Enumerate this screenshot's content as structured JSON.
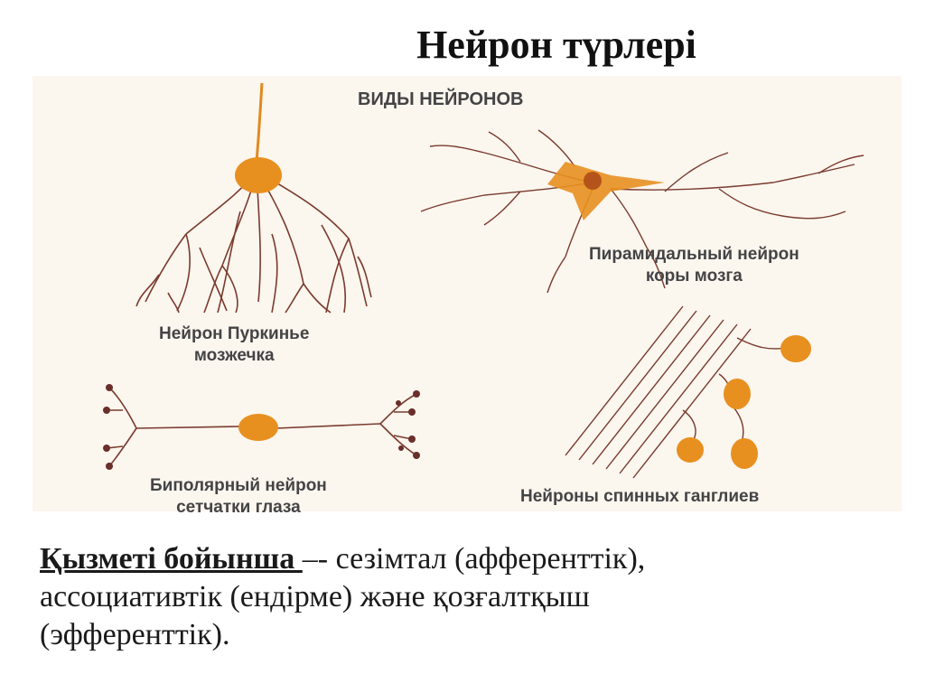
{
  "slide": {
    "title": "Нейрон түрлері"
  },
  "figure": {
    "heading": "ВИДЫ НЕЙРОНОВ",
    "labels": {
      "purkinje": [
        "Нейрон Пуркинье",
        "мозжечка"
      ],
      "pyramidal": [
        "Пирамидальный нейрон",
        "коры мозга"
      ],
      "bipolar": [
        "Биполярный нейрон",
        "сетчатки глаза"
      ],
      "spinal": [
        "Нейроны спинных ганглиев"
      ]
    },
    "colors": {
      "cell_body": "#e8901f",
      "dendrite": "#7a3b2e",
      "label": "#444446",
      "background": "#fbf6ee"
    }
  },
  "body": {
    "lead": "Қызметі бойынша ",
    "line1_rest": "–- сезімтал (афференттік),",
    "line2": "ассоциативтік (ендірме) және қозғалтқыш",
    "line3": "(эфференттік)."
  }
}
